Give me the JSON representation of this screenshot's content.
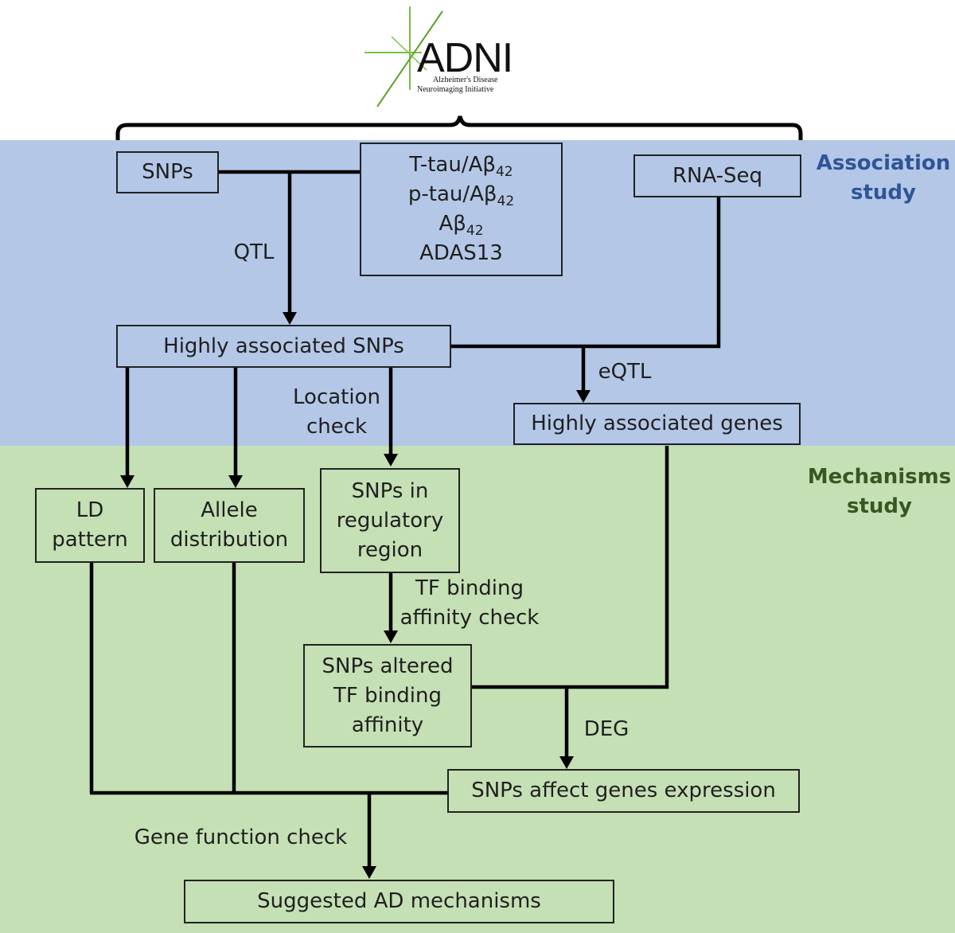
{
  "logo": {
    "wordmark": "ADNI",
    "subtitle_line1": "Alzheimer's Disease",
    "subtitle_line2": "Neuroimaging Initiative"
  },
  "sections": {
    "association": "Association study",
    "mechanisms": "Mechanisms study"
  },
  "colors": {
    "association_band": "#b4c7e7",
    "mechanisms_band": "#c5e0b4",
    "association_text": "#2f5597",
    "mechanisms_text": "#385723",
    "logo_green": "#5aa02c"
  },
  "nodes": {
    "snps": "SNPs",
    "biomarkers": {
      "line1_prefix": "T-tau/Aβ",
      "line1_sub": "42",
      "line2_prefix": "p-tau/Aβ",
      "line2_sub": "42",
      "line3_prefix": "Aβ",
      "line3_sub": "42",
      "line4": "ADAS13"
    },
    "rnaseq": "RNA-Seq",
    "high_snps": "Highly associated SNPs",
    "high_genes": "Highly associated genes",
    "ld": "LD pattern",
    "allele": "Allele distribution",
    "snps_reg": "SNPs in regulatory region",
    "snps_tf": "SNPs altered TF binding affinity",
    "snps_expr": "SNPs affect genes expression",
    "mechanisms": "Suggested AD mechanisms"
  },
  "edge_labels": {
    "qtl": "QTL",
    "eqtl": "eQTL",
    "location_check": "Location check",
    "tf_check": "TF binding affinity check",
    "deg": "DEG",
    "gene_function": "Gene function check"
  }
}
